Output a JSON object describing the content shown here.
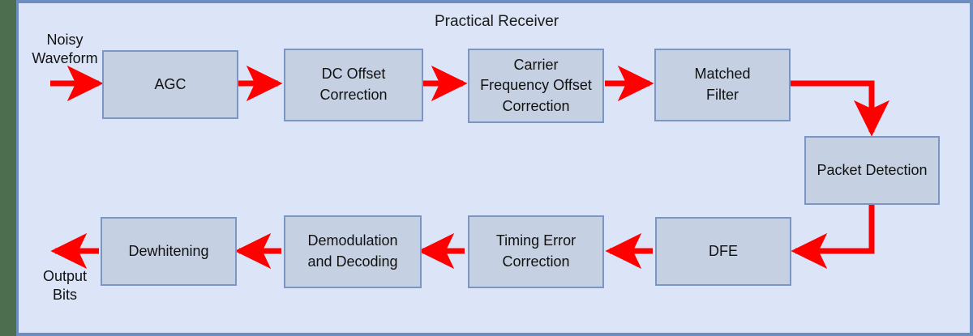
{
  "diagram": {
    "title": "Practical Receiver",
    "panel_bg": "#dbe5f7",
    "panel_border": "#6d8cc0",
    "left_strip_color": "#4d6e4f",
    "node_fill": "#c5d0e2",
    "node_border": "#7b95c4",
    "arrow_color": "#ff0000",
    "text_color": "#111111"
  },
  "io": {
    "input_label": "Noisy\nWaveform",
    "output_label": "Output\nBits"
  },
  "nodes": [
    {
      "id": "agc",
      "label": "AGC",
      "lines": [
        "AGC"
      ]
    },
    {
      "id": "dc-offset",
      "label": "DC Offset Correction",
      "lines": [
        "DC Offset",
        "Correction"
      ]
    },
    {
      "id": "cfo",
      "label": "Carrier Frequency Offset Correction",
      "lines": [
        "Carrier",
        "Frequency Offset",
        "Correction"
      ]
    },
    {
      "id": "matched-filter",
      "label": "Matched Filter",
      "lines": [
        "Matched",
        "Filter"
      ]
    },
    {
      "id": "packet-detect",
      "label": "Packet Detection",
      "lines": [
        "Packet Detection"
      ]
    },
    {
      "id": "dfe",
      "label": "DFE",
      "lines": [
        "DFE"
      ]
    },
    {
      "id": "timing-error",
      "label": "Timing Error Correction",
      "lines": [
        "Timing Error",
        "Correction"
      ]
    },
    {
      "id": "demod",
      "label": "Demodulation and Decoding",
      "lines": [
        "Demodulation",
        "and Decoding"
      ]
    },
    {
      "id": "dewhitening",
      "label": "Dewhitening",
      "lines": [
        "Dewhitening"
      ]
    }
  ],
  "flow_order": [
    "Noisy Waveform",
    "AGC",
    "DC Offset Correction",
    "Carrier Frequency Offset Correction",
    "Matched Filter",
    "Packet Detection",
    "DFE",
    "Timing Error Correction",
    "Demodulation and Decoding",
    "Dewhitening",
    "Output Bits"
  ]
}
